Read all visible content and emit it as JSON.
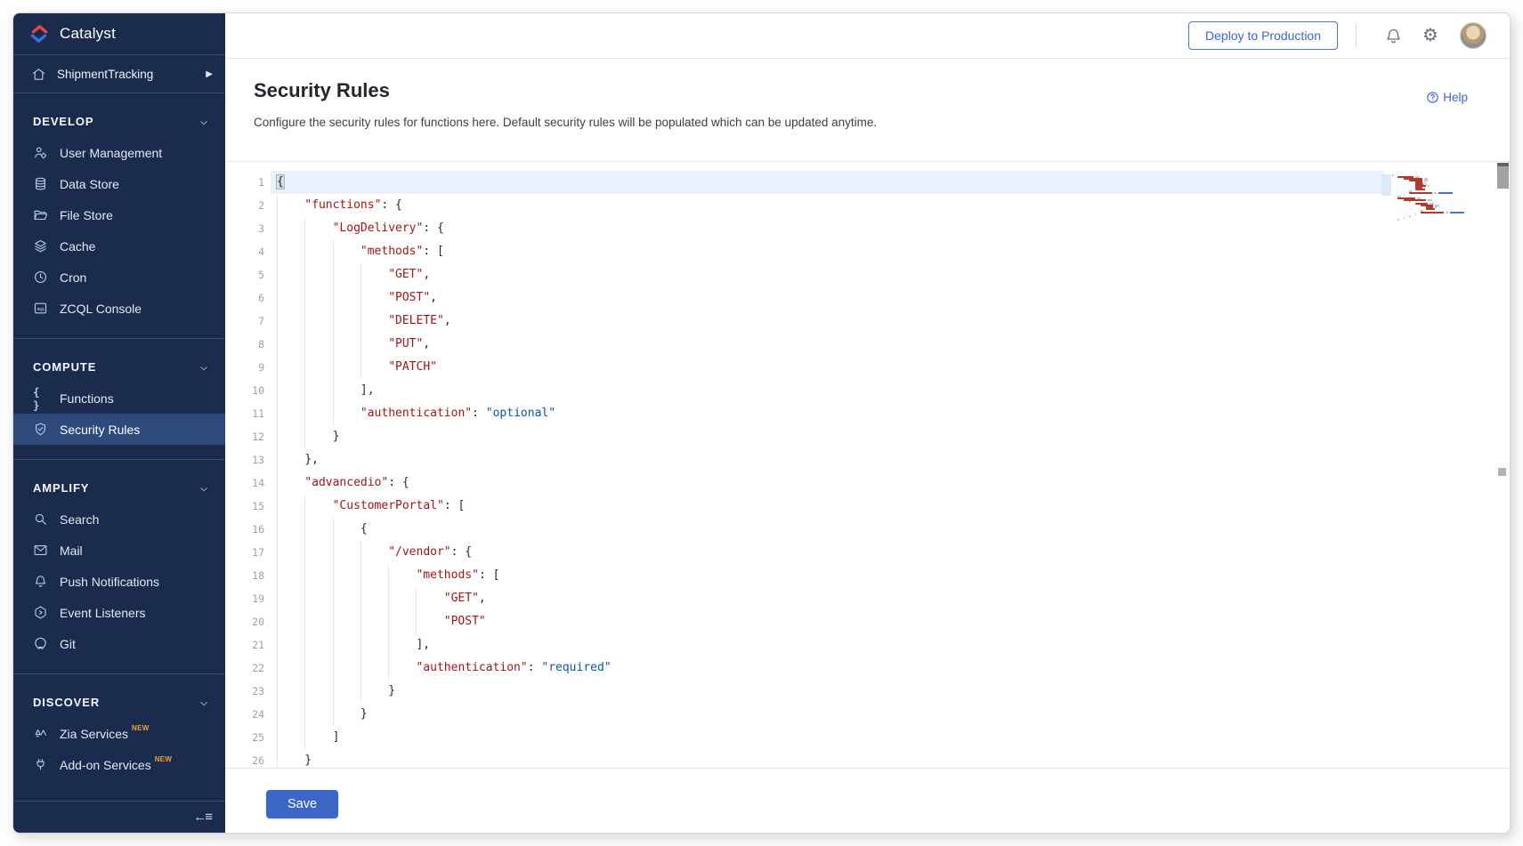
{
  "brand": {
    "name": "Catalyst"
  },
  "project": {
    "name": "ShipmentTracking"
  },
  "header": {
    "deploy_label": "Deploy to Production"
  },
  "page": {
    "title": "Security Rules",
    "description": "Configure the security rules for functions here. Default security rules will be populated which can be updated anytime.",
    "help_label": "Help"
  },
  "sidebar": {
    "sections": [
      {
        "label": "DEVELOP",
        "items": [
          {
            "label": "User Management",
            "icon": "user-management-icon"
          },
          {
            "label": "Data Store",
            "icon": "database-icon"
          },
          {
            "label": "File Store",
            "icon": "folder-icon"
          },
          {
            "label": "Cache",
            "icon": "layers-icon"
          },
          {
            "label": "Cron",
            "icon": "clock-icon"
          },
          {
            "label": "ZCQL Console",
            "icon": "sql-console-icon"
          }
        ]
      },
      {
        "label": "COMPUTE",
        "items": [
          {
            "label": "Functions",
            "icon": "braces-icon"
          },
          {
            "label": "Security Rules",
            "icon": "shield-check-icon",
            "active": true
          }
        ]
      },
      {
        "label": "AMPLIFY",
        "items": [
          {
            "label": "Search",
            "icon": "search-icon"
          },
          {
            "label": "Mail",
            "icon": "mail-icon"
          },
          {
            "label": "Push Notifications",
            "icon": "bell-icon"
          },
          {
            "label": "Event Listeners",
            "icon": "event-listener-icon"
          },
          {
            "label": "Git",
            "icon": "git-icon"
          }
        ]
      },
      {
        "label": "DISCOVER",
        "items": [
          {
            "label": "Zia Services",
            "icon": "zia-icon",
            "badge": "NEW"
          },
          {
            "label": "Add-on Services",
            "icon": "plug-icon",
            "badge": "NEW"
          }
        ]
      }
    ]
  },
  "editor": {
    "language": "json",
    "current_line": 1,
    "lines": [
      {
        "n": 1,
        "i": 0,
        "cur": true,
        "t": [
          [
            "pb",
            "{"
          ]
        ]
      },
      {
        "n": 2,
        "i": 1,
        "t": [
          [
            "k",
            "\"functions\""
          ],
          [
            "p",
            ": {"
          ]
        ]
      },
      {
        "n": 3,
        "i": 2,
        "t": [
          [
            "k",
            "\"LogDelivery\""
          ],
          [
            "p",
            ": {"
          ]
        ]
      },
      {
        "n": 4,
        "i": 3,
        "t": [
          [
            "k",
            "\"methods\""
          ],
          [
            "p",
            ": ["
          ]
        ]
      },
      {
        "n": 5,
        "i": 4,
        "t": [
          [
            "s",
            "\"GET\""
          ],
          [
            "p",
            ","
          ]
        ]
      },
      {
        "n": 6,
        "i": 4,
        "t": [
          [
            "s",
            "\"POST\""
          ],
          [
            "p",
            ","
          ]
        ]
      },
      {
        "n": 7,
        "i": 4,
        "t": [
          [
            "s",
            "\"DELETE\""
          ],
          [
            "p",
            ","
          ]
        ]
      },
      {
        "n": 8,
        "i": 4,
        "t": [
          [
            "s",
            "\"PUT\""
          ],
          [
            "p",
            ","
          ]
        ]
      },
      {
        "n": 9,
        "i": 4,
        "t": [
          [
            "s",
            "\"PATCH\""
          ]
        ]
      },
      {
        "n": 10,
        "i": 3,
        "t": [
          [
            "p",
            "],"
          ]
        ]
      },
      {
        "n": 11,
        "i": 3,
        "t": [
          [
            "k",
            "\"authentication\""
          ],
          [
            "p",
            ": "
          ],
          [
            "v",
            "\"optional\""
          ]
        ]
      },
      {
        "n": 12,
        "i": 2,
        "t": [
          [
            "p",
            "}"
          ]
        ]
      },
      {
        "n": 13,
        "i": 1,
        "t": [
          [
            "p",
            "},"
          ]
        ]
      },
      {
        "n": 14,
        "i": 1,
        "t": [
          [
            "k",
            "\"advancedio\""
          ],
          [
            "p",
            ": {"
          ]
        ]
      },
      {
        "n": 15,
        "i": 2,
        "t": [
          [
            "k",
            "\"CustomerPortal\""
          ],
          [
            "p",
            ": ["
          ]
        ]
      },
      {
        "n": 16,
        "i": 3,
        "t": [
          [
            "p",
            "{"
          ]
        ]
      },
      {
        "n": 17,
        "i": 4,
        "t": [
          [
            "k",
            "\"/vendor\""
          ],
          [
            "p",
            ": {"
          ]
        ]
      },
      {
        "n": 18,
        "i": 5,
        "t": [
          [
            "k",
            "\"methods\""
          ],
          [
            "p",
            ": ["
          ]
        ]
      },
      {
        "n": 19,
        "i": 6,
        "t": [
          [
            "s",
            "\"GET\""
          ],
          [
            "p",
            ","
          ]
        ]
      },
      {
        "n": 20,
        "i": 6,
        "t": [
          [
            "s",
            "\"POST\""
          ]
        ]
      },
      {
        "n": 21,
        "i": 5,
        "t": [
          [
            "p",
            "],"
          ]
        ]
      },
      {
        "n": 22,
        "i": 5,
        "t": [
          [
            "k",
            "\"authentication\""
          ],
          [
            "p",
            ": "
          ],
          [
            "v",
            "\"required\""
          ]
        ]
      },
      {
        "n": 23,
        "i": 4,
        "t": [
          [
            "p",
            "}"
          ]
        ]
      },
      {
        "n": 24,
        "i": 3,
        "t": [
          [
            "p",
            "}"
          ]
        ]
      },
      {
        "n": 25,
        "i": 2,
        "t": [
          [
            "p",
            "]"
          ]
        ]
      },
      {
        "n": 26,
        "i": 1,
        "t": [
          [
            "p",
            "}"
          ]
        ]
      }
    ]
  },
  "actions": {
    "save_label": "Save"
  },
  "colors": {
    "sidebar_bg": "#1b2b4e",
    "sidebar_active_bg": "#2d4a7a",
    "accent_blue": "#3b65d6",
    "save_bg": "#3a67c6",
    "new_badge": "#f2a233",
    "code_key": "#a31515",
    "code_value": "#0a56b0",
    "current_line_bg": "#e9f1fb"
  }
}
